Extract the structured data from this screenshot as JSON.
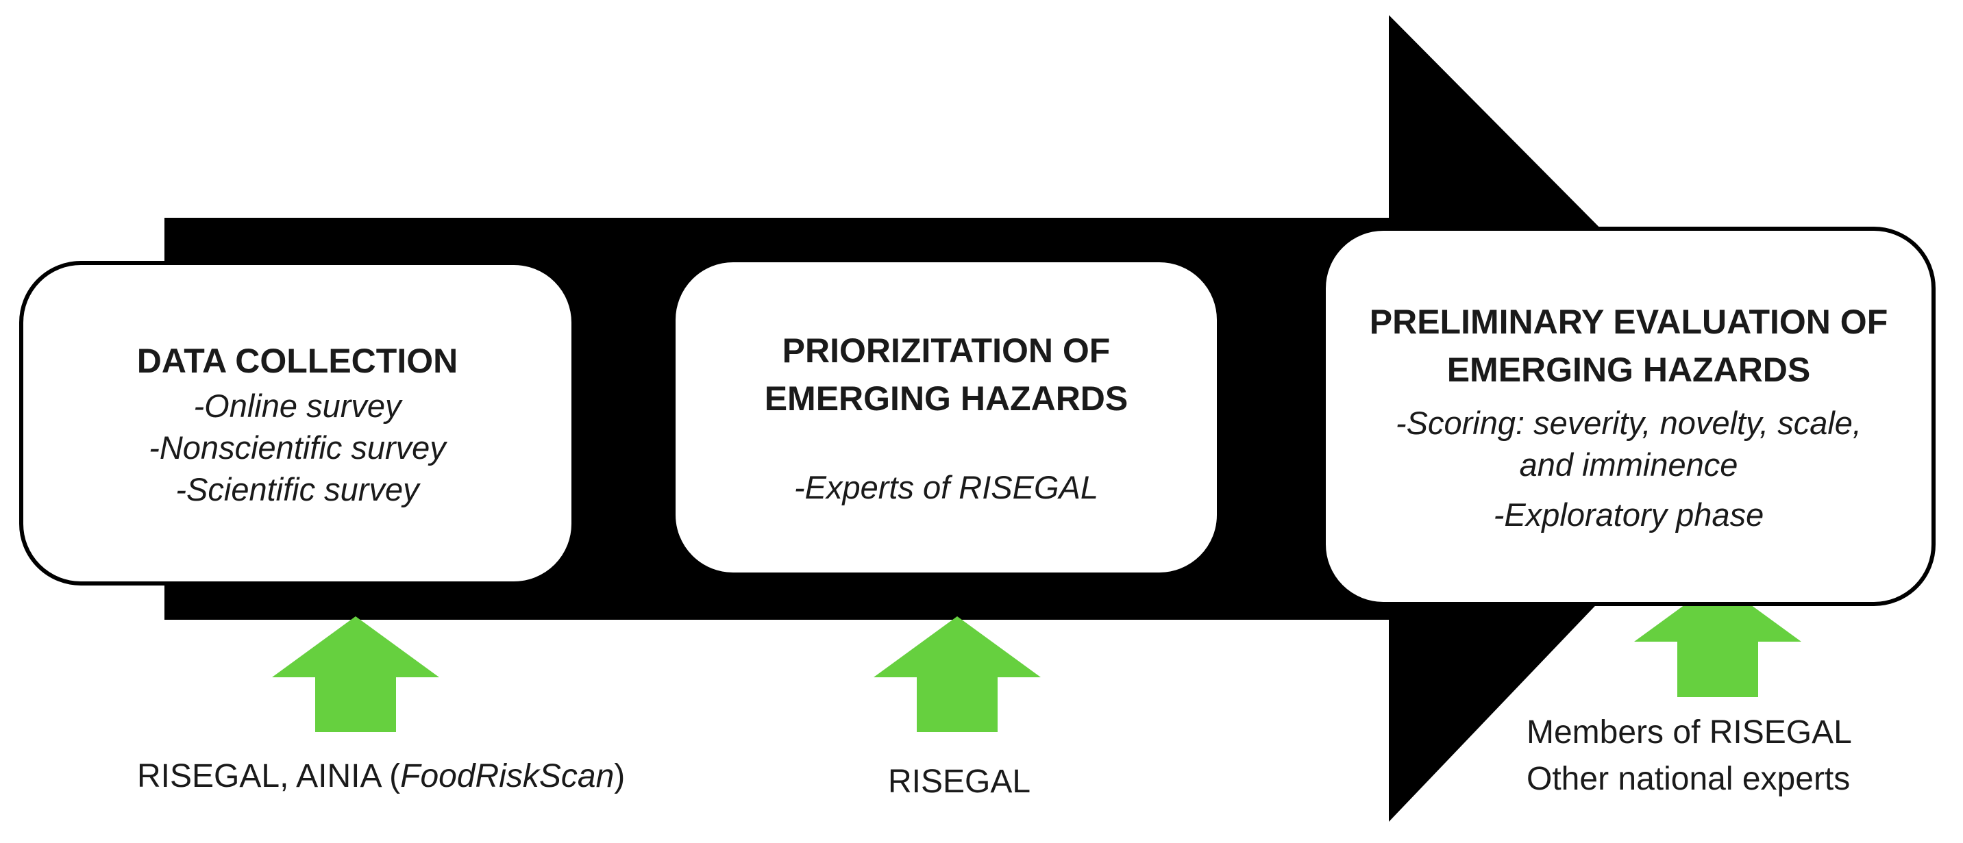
{
  "stages": [
    {
      "title_lines": [
        "DATA COLLECTION"
      ],
      "items": [
        "-Online survey",
        "-Nonscientific survey",
        "-Scientific survey"
      ],
      "caption": {
        "prefix": "RISEGAL, AINIA (",
        "italic": "FoodRiskScan",
        "suffix": ")"
      }
    },
    {
      "title_lines": [
        "PRIORIZITATION OF",
        "EMERGING HAZARDS"
      ],
      "items": [
        "-Experts of RISEGAL"
      ],
      "caption": {
        "text": "RISEGAL"
      }
    },
    {
      "title_lines": [
        "PRELIMINARY EVALUATION OF",
        "EMERGING HAZARDS"
      ],
      "items": [
        "-Scoring: severity, novelty, scale,",
        "and imminence",
        "-Exploratory phase"
      ],
      "caption": {
        "lines": [
          "Members of RISEGAL",
          "Other national experts"
        ]
      }
    }
  ],
  "colors": {
    "big_arrow": "#000000",
    "input_arrow": "#66d03f",
    "box_fill": "#ffffff",
    "box_border": "#000000"
  }
}
